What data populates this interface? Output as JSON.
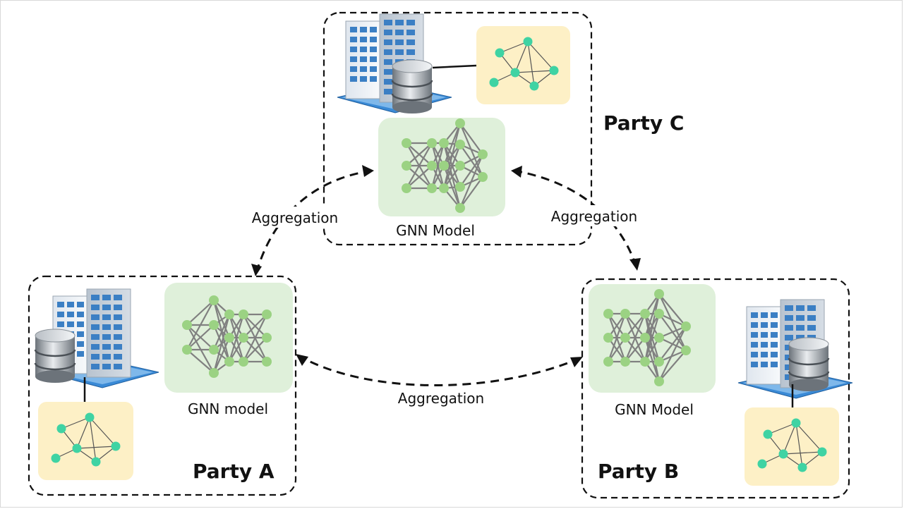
{
  "parties": {
    "a": {
      "label": "Party A",
      "model_label": "GNN model"
    },
    "b": {
      "label": "Party B",
      "model_label": "GNN Model"
    },
    "c": {
      "label": "Party C",
      "model_label": "GNN Model"
    }
  },
  "aggregation": {
    "a_c": "Aggregation",
    "b_c": "Aggregation",
    "a_b": "Aggregation"
  },
  "colors": {
    "graph_bg": "#fdf0c6",
    "graph_node": "#3fd3a3",
    "nn_bg": "#dff0da",
    "nn_node": "#9bd283",
    "nn_edge": "#808080"
  },
  "icons": [
    "building-icon",
    "database-icon",
    "graph-icon",
    "neural-network-icon"
  ]
}
